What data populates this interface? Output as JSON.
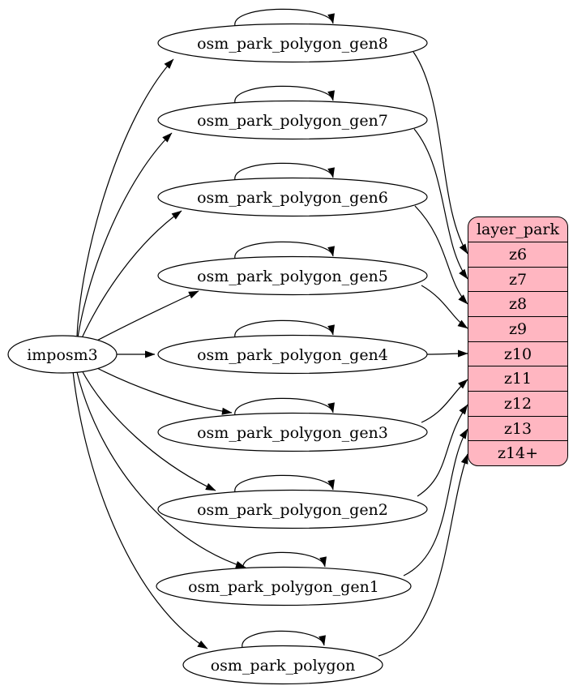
{
  "source": {
    "label": "imposm3"
  },
  "nodes": [
    {
      "label": "osm_park_polygon_gen8",
      "zoom_row": "z6",
      "self_loop": true,
      "from_source": true
    },
    {
      "label": "osm_park_polygon_gen7",
      "zoom_row": "z7",
      "self_loop": true,
      "from_source": true
    },
    {
      "label": "osm_park_polygon_gen6",
      "zoom_row": "z8",
      "self_loop": true,
      "from_source": true
    },
    {
      "label": "osm_park_polygon_gen5",
      "zoom_row": "z9",
      "self_loop": true,
      "from_source": true
    },
    {
      "label": "osm_park_polygon_gen4",
      "zoom_row": "z10",
      "self_loop": true,
      "from_source": true
    },
    {
      "label": "osm_park_polygon_gen3",
      "zoom_row": "z11",
      "self_loop": true,
      "from_source": true
    },
    {
      "label": "osm_park_polygon_gen2",
      "zoom_row": "z12",
      "self_loop": true,
      "from_source": true
    },
    {
      "label": "osm_park_polygon_gen1",
      "zoom_row": "z13",
      "self_loop": true,
      "from_source": true
    },
    {
      "label": "osm_park_polygon",
      "zoom_row": "z14+",
      "self_loop": true,
      "from_source": true
    }
  ],
  "layer_table": {
    "title": "layer_park",
    "rows": [
      "z6",
      "z7",
      "z8",
      "z9",
      "z10",
      "z11",
      "z12",
      "z13",
      "z14+"
    ]
  },
  "colors": {
    "layer_table_fill": "#FFB6C1",
    "node_fill": "#FFFFFF",
    "edge": "#000000"
  }
}
